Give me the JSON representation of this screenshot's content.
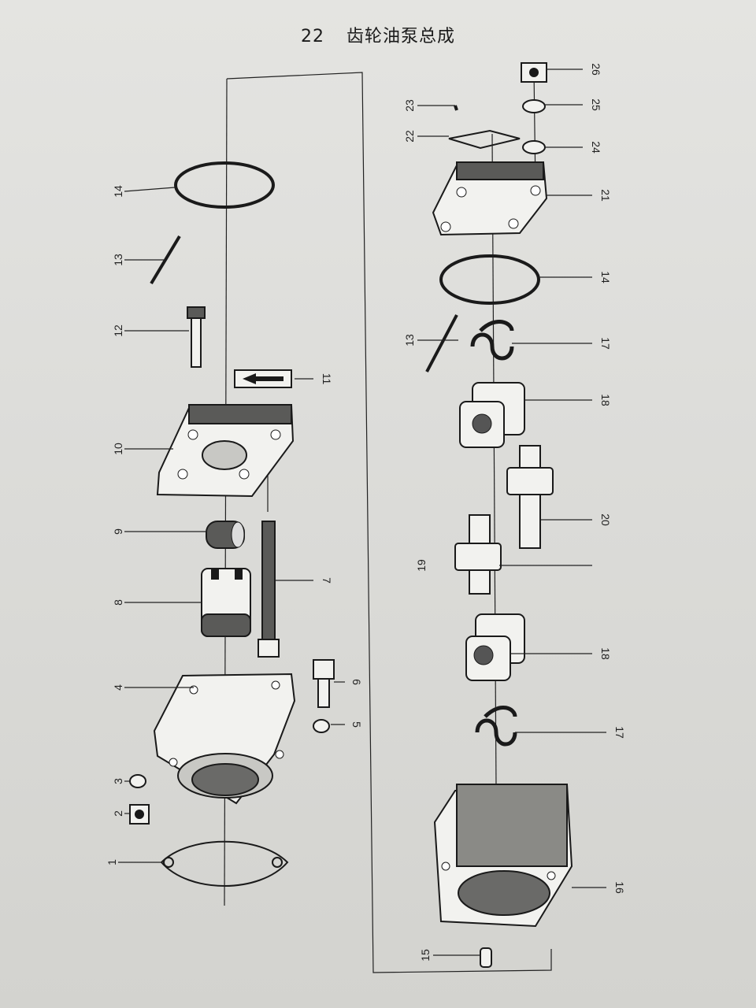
{
  "title": {
    "number": "22",
    "text": "齿轮油泵总成"
  },
  "callouts": [
    "1",
    "2",
    "3",
    "4",
    "5",
    "6",
    "7",
    "8",
    "9",
    "10",
    "11",
    "12",
    "13",
    "14",
    "15",
    "16",
    "17",
    "18",
    "19",
    "20",
    "21",
    "22",
    "23",
    "24",
    "25",
    "26"
  ],
  "parts_labels": {
    "p1": "1",
    "p2": "2",
    "p3": "3",
    "p4": "4",
    "p5": "5",
    "p6": "6",
    "p7": "7",
    "p8": "8",
    "p9": "9",
    "p10": "10",
    "p11": "11",
    "p12": "12",
    "p13a": "13",
    "p14a": "14",
    "p13b": "13",
    "p14b": "14",
    "p15": "15",
    "p16": "16",
    "p17a": "17",
    "p17b": "17",
    "p18a": "18",
    "p18b": "18",
    "p19": "19",
    "p20": "20",
    "p21": "21",
    "p22": "22",
    "p23": "23",
    "p24": "24",
    "p25": "25",
    "p26": "26"
  }
}
